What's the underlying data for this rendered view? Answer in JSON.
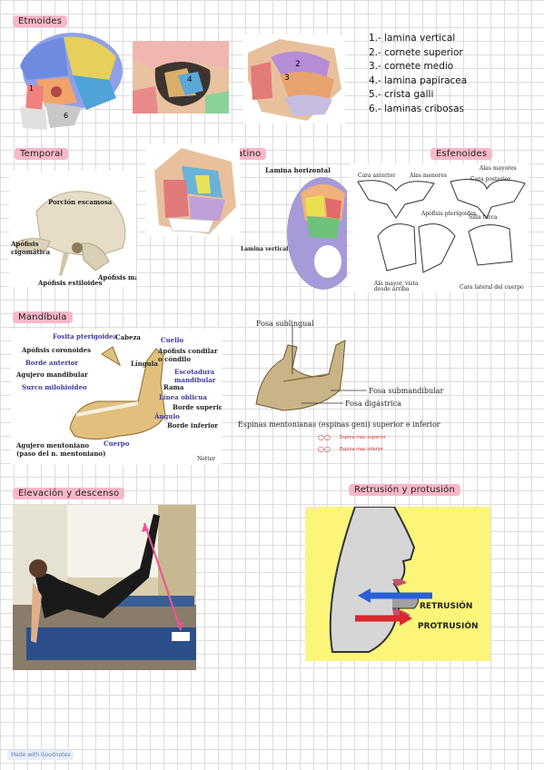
{
  "sections": {
    "etmoides": "Etmoides",
    "temporal": "Temporal",
    "palatino": "Palatino",
    "esfenoides": "Esfenoides",
    "mandibula": "Mandíbula",
    "elevacion": "Elevación y descenso",
    "retrusion": "Retrusión y protusión"
  },
  "etmoides_list": [
    "1.- lamina vertical",
    "2.- cornete superior",
    "3.- cornete medio",
    "4.- lamina papiracea",
    "5.- crista galli",
    "6.- laminas cribosas"
  ],
  "etmoides_numbers": {
    "n1": "1",
    "n6": "6",
    "n4": "4",
    "n2": "2",
    "n3": "3"
  },
  "temporal_labels": {
    "escamosa": "Porción escamosa",
    "cigomatica": "Apófisis cigomática",
    "estiloides": "Apófisis estiloides",
    "mastoides": "Apófisis mastoides"
  },
  "palatino_labels": {
    "horizontal": "Lamina horizontal",
    "vertical": "Lamina vertical"
  },
  "esfenoides_labels": {
    "alas_mayores": "Alas mayores",
    "cara_anterior": "Cara anterior",
    "alas_menores": "Alas menores",
    "cara_posterior": "Cara posterior",
    "pterigoides": "Apófisis pterigoides",
    "silla_turca": "Silla turca",
    "ala_mayor_vista": "Ala mayor, vista desde arriba",
    "cara_lateral": "Cara lateral del cuerpo"
  },
  "mandibula_labels": {
    "fosita": "Fosita pterigoidea",
    "cabeza": "Cabeza",
    "cuello": "Cuello",
    "coronoides": "Apófisis coronoides",
    "condilar": "Apófisis condilar o cóndilo",
    "borde_anterior": "Borde anterior",
    "lingula": "Língula",
    "agujero_mandibular": "Agujero mandibular",
    "escotadura": "Escotadura mandibular",
    "surco": "Surco milohioideo",
    "rama": "Rama",
    "linea_oblicua": "Línea oblicua",
    "borde_superior": "Borde superior",
    "angulo": "Ángulo",
    "borde_inferior": "Borde inferior",
    "agujero_mentoniano": "Agujero mentoniano (paso del n. mentoniano)",
    "cuerpo": "Cuerpo",
    "netter": "Netter",
    "fosa_sublingual": "Fosa sublingual",
    "fosa_submandibular": "Fosa submandibular",
    "fosa_digastrica": "Fosa digástrica",
    "espinas": "Espinas mentonianas (espinas geni) superior e inferior",
    "espina_sup": "Espina mas superior",
    "espina_inf": "Espina mas inferior"
  },
  "retrusion_labels": {
    "retrusion": "RETRUSIÓN",
    "protrusion": "PROTRUSIÓN"
  },
  "footer": "Made with Goodnotes",
  "colors": {
    "tag": "#f7b8c8",
    "yellow_panel": "#fbf67a",
    "arrow_blue": "#2a5fd6",
    "arrow_red": "#d8282c"
  }
}
